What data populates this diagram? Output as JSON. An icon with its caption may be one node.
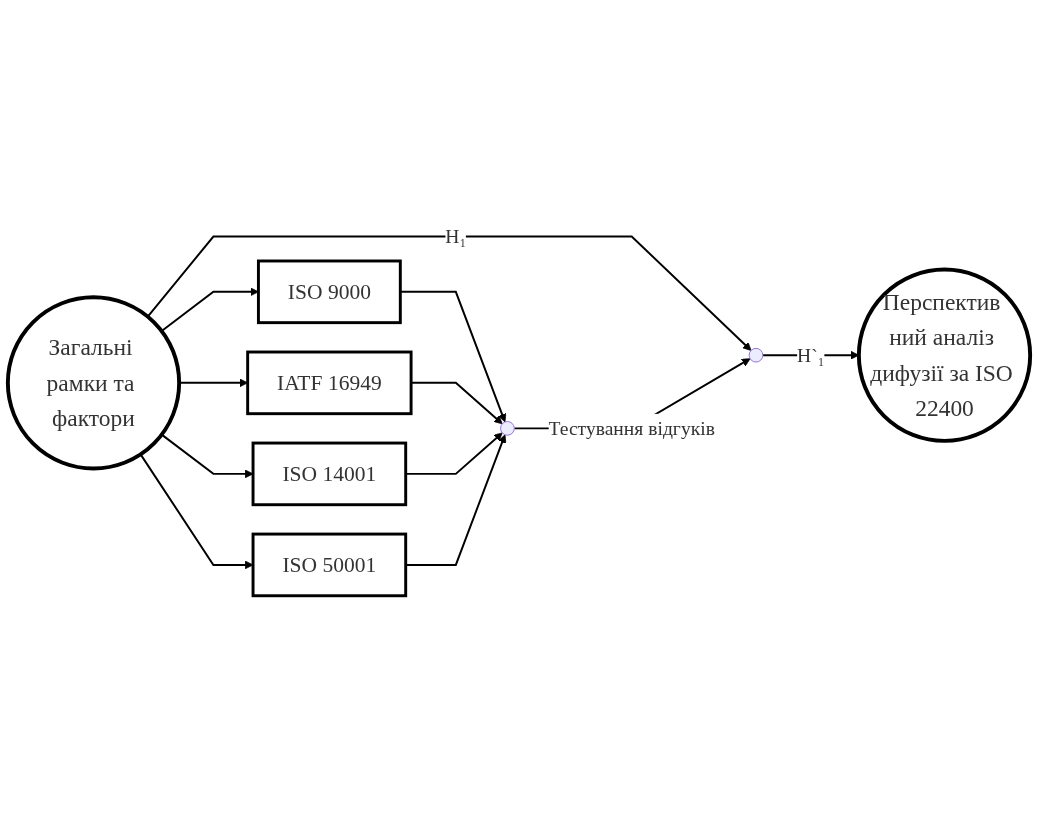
{
  "diagram": {
    "nodes": [
      {
        "text": [
          "Загальні рамки та фактори"
        ]
      },
      {
        "text": [
          "ISO 9000"
        ]
      },
      {
        "text": [
          "IATF 16949"
        ]
      },
      {
        "text": [
          "ISO 14001"
        ]
      },
      {
        "text": [
          "ISO 50001"
        ]
      },
      {
        "text": [],
        "shape": "circle"
      },
      {
        "text": [],
        "shape": "circle"
      },
      {
        "text": [
          "Перспектив ний аналіз дифузії за ISO 22400"
        ]
      }
    ],
    "edges": [
      {
        "from": 0,
        "to": 1,
        "arrow": "to"
      },
      {
        "from": 0,
        "to": 2,
        "arrow": "to"
      },
      {
        "from": 0,
        "to": 3,
        "arrow": "to"
      },
      {
        "from": 0,
        "to": 4,
        "arrow": "to"
      },
      {
        "from": 1,
        "to": 5,
        "arrow": "to"
      },
      {
        "from": 2,
        "to": 5,
        "arrow": "to"
      },
      {
        "from": 3,
        "to": 5,
        "arrow": "to"
      },
      {
        "from": 4,
        "to": 5,
        "arrow": "to"
      },
      {
        "from": 0,
        "to": 6,
        "label": "H₁",
        "arrow": "to"
      },
      {
        "from": 5,
        "to": 6,
        "label": "Тестування відгуків",
        "arrow": "to"
      },
      {
        "from": 6,
        "to": 7,
        "label": "H`₁",
        "arrow": "to"
      }
    ]
  }
}
